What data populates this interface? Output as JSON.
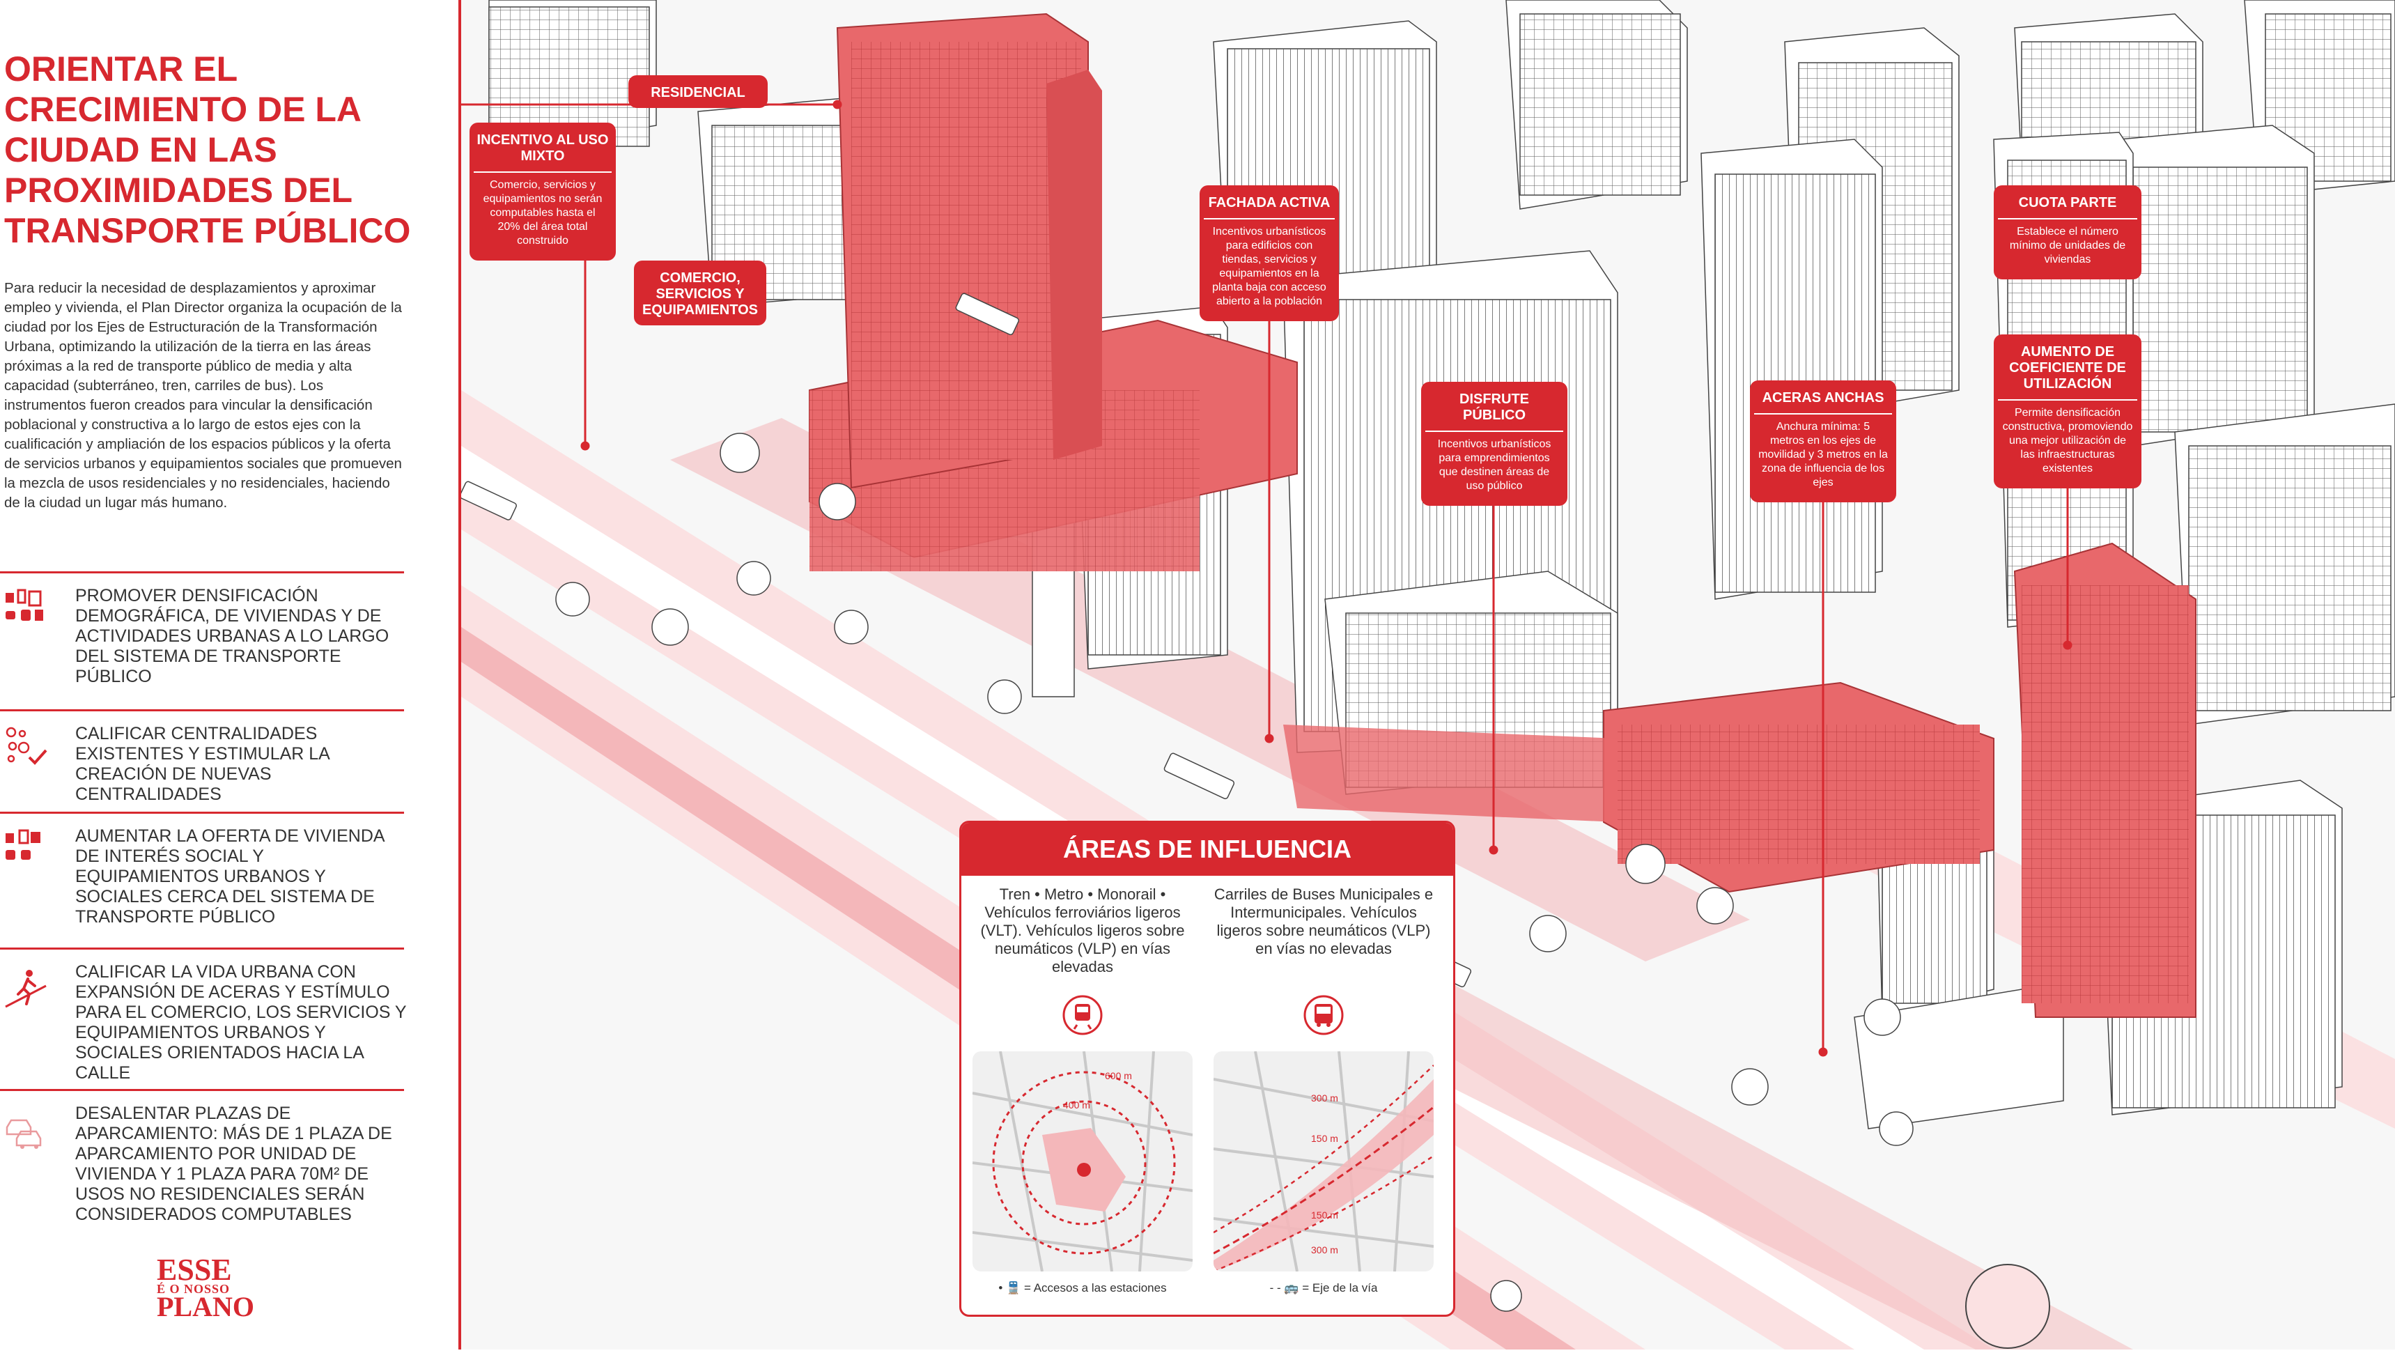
{
  "title": "ORIENTAR EL CRECIMIENTO DE LA CIUDAD EN LAS PROXIMIDADES DEL TRANSPORTE PÚBLICO",
  "intro": "Para reducir la necesidad de desplazamientos y aproximar empleo y vivienda, el Plan Director organiza la ocupación de la ciudad por los Ejes de Estructuración de la Transformación Urbana, optimizando la utilización de la tierra en las áreas próximas a la red de transporte público de media y alta capacidad (subterráneo, tren, carriles de bus). Los instrumentos fueron creados para vincular la densificación poblacional y constructiva a lo largo de estos ejes con la cualificación y ampliación de los espacios públicos y la oferta de servicios urbanos y equipamientos sociales que promueven la mezcla de usos residenciales y no residenciales, haciendo de la ciudad un lugar más humano.",
  "goals": [
    {
      "icon": "buildings-transport-icon",
      "text": "PROMOVER DENSIFICACIÓN DEMOGRÁFICA, DE VIVIENDAS Y DE ACTIVIDADES URBANAS A LO LARGO DEL SISTEMA DE TRANSPORTE PÚBLICO"
    },
    {
      "icon": "centralities-icon",
      "text": "CALIFICAR CENTRALIDADES EXISTENTES Y ESTIMULAR LA CREACIÓN DE NUEVAS CENTRALIDADES"
    },
    {
      "icon": "housing-transport-icon",
      "text": "AUMENTAR LA OFERTA DE VIVIENDA DE INTERÉS SOCIAL Y EQUIPAMIENTOS URBANOS Y SOCIALES CERCA DEL SISTEMA DE TRANSPORTE PÚBLICO"
    },
    {
      "icon": "pedestrian-icon",
      "text": "CALIFICAR LA VIDA URBANA CON EXPANSIÓN DE ACERAS Y ESTÍMULO PARA EL COMERCIO, LOS SERVICIOS Y EQUIPAMIENTOS URBANOS Y SOCIALES ORIENTADOS HACIA LA CALLE"
    },
    {
      "icon": "cars-icon",
      "text": "DESALENTAR PLAZAS DE APARCAMIENTO: MÁS DE 1 PLAZA DE APARCAMIENTO POR UNIDAD DE VIVIENDA Y 1 PLAZA PARA 70M² DE USOS NO RESIDENCIALES SERÁN CONSIDERADOS COMPUTABLES"
    }
  ],
  "logo": {
    "line1": "ESSE",
    "line2": "É O NOSSO",
    "line3": "PLANO"
  },
  "callouts": {
    "residencial": {
      "title": "RESIDENCIAL"
    },
    "uso_mixto": {
      "title": "INCENTIVO AL USO MIXTO",
      "body": "Comercio, servicios y equipamientos no serán computables hasta el 20% del área total construido"
    },
    "comercio": {
      "title": "COMERCIO, SERVICIOS Y EQUIPAMIENTOS"
    },
    "fachada": {
      "title": "FACHADA ACTIVA",
      "body": "Incentivos urbanísticos para edificios con tiendas, servicios y equipamientos en la planta baja con acceso abierto a la población"
    },
    "disfrute": {
      "title": "DISFRUTE PÚBLICO",
      "body": "Incentivos urbanísticos para emprendimientos que destinen áreas de uso público"
    },
    "aceras": {
      "title": "ACERAS ANCHAS",
      "body": "Anchura mínima: 5 metros en los ejes de movilidad y 3 metros en la zona de influencia de los ejes"
    },
    "cuota": {
      "title": "CUOTA PARTE",
      "body": "Establece el número mínimo de unidades de viviendas"
    },
    "coeficiente": {
      "title": "AUMENTO DE COEFICIENTE DE UTILIZACIÓN",
      "body": "Permite densificación constructiva, promoviendo una mejor utilización de las infraestructuras existentes"
    }
  },
  "influence": {
    "title": "ÁREAS DE INFLUENCIA",
    "rail": {
      "text": "Tren • Metro • Monorail • Vehículos ferroviários ligeros (VLT). Vehículos ligeros sobre neumáticos (VLP) en vías elevadas",
      "legend": "• 🚆 = Accesos a las estaciones",
      "label_600": "600 m",
      "label_400": "400 m"
    },
    "bus": {
      "text": "Carriles de Buses Municipales e Intermunicipales. Vehículos ligeros sobre neumáticos (VLP) en vías no elevadas",
      "legend": "- - 🚌 = Eje de la vía",
      "label_300a": "300 m",
      "label_150a": "150 m",
      "label_150b": "150 m",
      "label_300b": "300 m"
    }
  },
  "colors": {
    "accent": "#d7282f",
    "pink": "#f4b7ba",
    "light_pink": "#fbe1e2",
    "building_red": "#e8686b"
  }
}
